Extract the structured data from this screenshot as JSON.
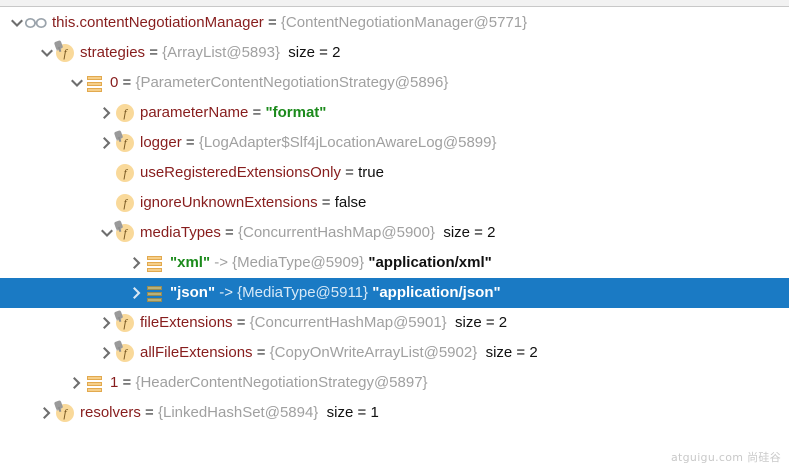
{
  "panel": {
    "name": "debugger-variables-tree",
    "watermark": "atguigu.com 尚硅谷"
  },
  "rows": [
    {
      "id": "this-contentNegotiationManager",
      "indent": 0,
      "twisty": "expanded",
      "icon": "glasses-icon",
      "name": "this.contentNegotiationManager",
      "eq": " = ",
      "ref": "{ContentNegotiationManager@5771}",
      "value": "",
      "size": "",
      "selected": false
    },
    {
      "id": "strategies",
      "indent": 1,
      "twisty": "expanded",
      "icon": "field-final-icon",
      "name": "strategies",
      "eq": " = ",
      "ref": "{ArrayList@5893}",
      "value": "",
      "size": "size = 2",
      "selected": false
    },
    {
      "id": "strategies-0",
      "indent": 2,
      "twisty": "expanded",
      "icon": "list-icon",
      "name": "0",
      "eq": " = ",
      "ref": "{ParameterContentNegotiationStrategy@5896}",
      "value": "",
      "size": "",
      "selected": false
    },
    {
      "id": "parameterName",
      "indent": 3,
      "twisty": "collapsed",
      "icon": "field-icon",
      "name": "parameterName",
      "eq": " = ",
      "ref": "",
      "value": "\"format\"",
      "valueStyle": "string",
      "size": "",
      "selected": false
    },
    {
      "id": "logger",
      "indent": 3,
      "twisty": "collapsed",
      "icon": "field-final-icon",
      "name": "logger",
      "eq": " = ",
      "ref": "{LogAdapter$Slf4jLocationAwareLog@5899}",
      "value": "",
      "size": "",
      "selected": false
    },
    {
      "id": "useRegisteredExtensionsOnly",
      "indent": 3,
      "twisty": "none",
      "icon": "field-icon",
      "name": "useRegisteredExtensionsOnly",
      "eq": " = ",
      "ref": "",
      "value": "true",
      "valueStyle": "plain",
      "size": "",
      "selected": false
    },
    {
      "id": "ignoreUnknownExtensions",
      "indent": 3,
      "twisty": "none",
      "icon": "field-icon",
      "name": "ignoreUnknownExtensions",
      "eq": " = ",
      "ref": "",
      "value": "false",
      "valueStyle": "plain",
      "size": "",
      "selected": false
    },
    {
      "id": "mediaTypes",
      "indent": 3,
      "twisty": "expanded",
      "icon": "field-final-icon",
      "name": "mediaTypes",
      "eq": " = ",
      "ref": "{ConcurrentHashMap@5900}",
      "value": "",
      "size": "size = 2",
      "selected": false
    },
    {
      "id": "mediaTypes-xml",
      "indent": 4,
      "twisty": "collapsed",
      "icon": "list-icon",
      "name": "\"xml\"",
      "nameStyle": "string",
      "eq": " -> ",
      "eqStyle": "arrow",
      "ref": "{MediaType@5909}",
      "value": "\"application/xml\"",
      "valueStyle": "bold",
      "size": "",
      "selected": false
    },
    {
      "id": "mediaTypes-json",
      "indent": 4,
      "twisty": "collapsed",
      "icon": "list-icon",
      "name": "\"json\"",
      "nameStyle": "string",
      "eq": " -> ",
      "eqStyle": "arrow",
      "ref": "{MediaType@5911}",
      "value": "\"application/json\"",
      "valueStyle": "bold",
      "size": "",
      "selected": true
    },
    {
      "id": "fileExtensions",
      "indent": 3,
      "twisty": "collapsed",
      "icon": "field-final-icon",
      "name": "fileExtensions",
      "eq": " = ",
      "ref": "{ConcurrentHashMap@5901}",
      "value": "",
      "size": "size = 2",
      "selected": false
    },
    {
      "id": "allFileExtensions",
      "indent": 3,
      "twisty": "collapsed",
      "icon": "field-final-icon",
      "name": "allFileExtensions",
      "eq": " = ",
      "ref": "{CopyOnWriteArrayList@5902}",
      "value": "",
      "size": "size = 2",
      "selected": false
    },
    {
      "id": "strategies-1",
      "indent": 2,
      "twisty": "collapsed",
      "icon": "list-icon",
      "name": "1",
      "eq": " = ",
      "ref": "{HeaderContentNegotiationStrategy@5897}",
      "value": "",
      "size": "",
      "selected": false
    },
    {
      "id": "resolvers",
      "indent": 1,
      "twisty": "collapsed",
      "icon": "field-final-icon",
      "name": "resolvers",
      "eq": " = ",
      "ref": "{LinkedHashSet@5894}",
      "value": "",
      "size": "size = 1",
      "selected": false
    }
  ]
}
